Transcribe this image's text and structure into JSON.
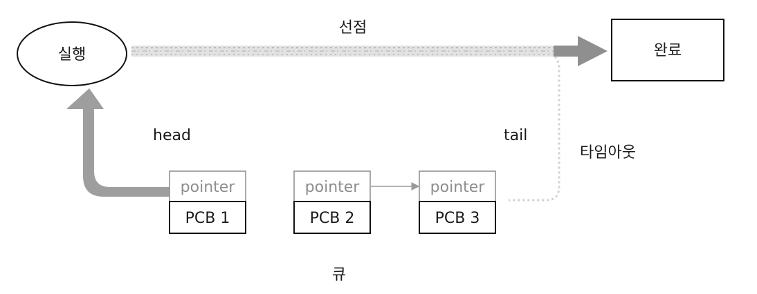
{
  "nodes": {
    "running": "실행",
    "done": "완료"
  },
  "edges": {
    "preempt": "선점",
    "timeout": "타임아웃"
  },
  "queue": {
    "label": "큐",
    "head": "head",
    "tail": "tail",
    "items": [
      {
        "pointer": "pointer",
        "pcb": "PCB 1"
      },
      {
        "pointer": "pointer",
        "pcb": "PCB 2"
      },
      {
        "pointer": "pointer",
        "pcb": "PCB 3"
      }
    ]
  }
}
